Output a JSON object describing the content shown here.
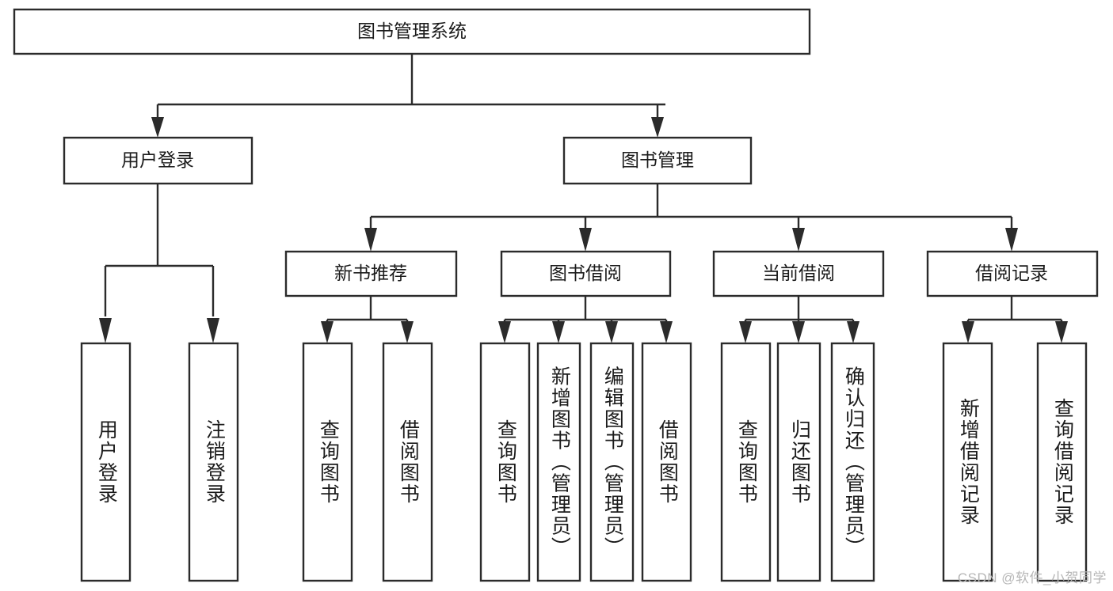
{
  "diagram": {
    "title": "图书管理系统",
    "type": "tree-hierarchy-diagram",
    "colors": {
      "box_stroke": "#2b2b2b",
      "box_fill": "#ffffff",
      "text": "#1b1b1b",
      "watermark": "#b6b6b6",
      "background": "#ffffff"
    },
    "root": {
      "label": "图书管理系统",
      "orientation": "horizontal"
    },
    "level2": [
      {
        "label": "用户登录",
        "orientation": "horizontal"
      },
      {
        "label": "图书管理",
        "orientation": "horizontal"
      }
    ],
    "level3": [
      {
        "label": "新书推荐",
        "orientation": "horizontal"
      },
      {
        "label": "图书借阅",
        "orientation": "horizontal"
      },
      {
        "label": "当前借阅",
        "orientation": "horizontal"
      },
      {
        "label": "借阅记录",
        "orientation": "horizontal"
      }
    ],
    "leaves": {
      "user_login": [
        {
          "label": "用户登录",
          "orientation": "vertical"
        },
        {
          "label": "注销登录",
          "orientation": "vertical"
        }
      ],
      "new_book_recommend": [
        {
          "label": "查询图书",
          "orientation": "vertical"
        },
        {
          "label": "借阅图书",
          "orientation": "vertical"
        }
      ],
      "book_borrow": [
        {
          "label": "查询图书",
          "orientation": "vertical"
        },
        {
          "label": "新增图书（管理员）",
          "orientation": "vertical"
        },
        {
          "label": "编辑图书（管理员）",
          "orientation": "vertical"
        },
        {
          "label": "借阅图书",
          "orientation": "vertical"
        }
      ],
      "current_borrow": [
        {
          "label": "查询图书",
          "orientation": "vertical"
        },
        {
          "label": "归还图书",
          "orientation": "vertical"
        },
        {
          "label": "确认归还（管理员）",
          "orientation": "vertical"
        }
      ],
      "borrow_record": [
        {
          "label": "新增借阅记录",
          "orientation": "vertical"
        },
        {
          "label": "查询借阅记录",
          "orientation": "vertical"
        }
      ]
    }
  },
  "watermark": {
    "text": "CSDN @软件_小贺同学"
  }
}
